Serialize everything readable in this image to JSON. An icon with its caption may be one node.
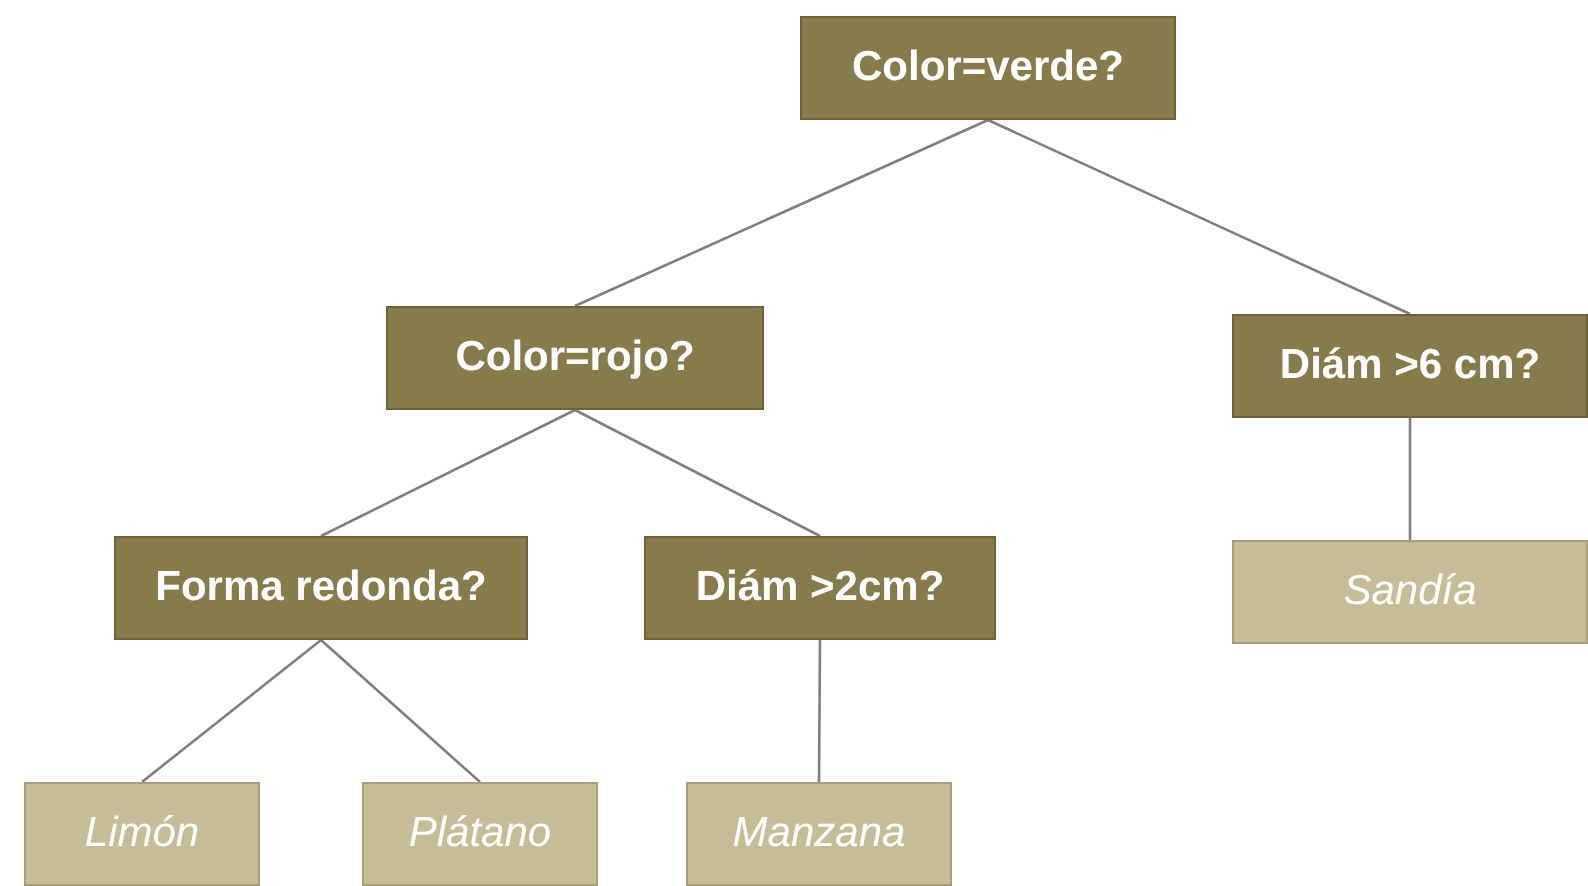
{
  "diagram": {
    "nodes": [
      {
        "text": [
          "Color=verde?"
        ]
      },
      {
        "text": [
          "Color=rojo?"
        ]
      },
      {
        "text": [
          "Diám >6 cm?"
        ]
      },
      {
        "text": [
          "Forma redonda?"
        ]
      },
      {
        "text": [
          "Diám >2cm?"
        ]
      },
      {
        "text": [
          "Sandía"
        ]
      },
      {
        "text": [
          "Limón"
        ]
      },
      {
        "text": [
          "Plátano"
        ]
      },
      {
        "text": [
          "Manzana"
        ]
      }
    ],
    "edges": [
      {
        "from": 0,
        "to": 1,
        "arrow": "none"
      },
      {
        "from": 0,
        "to": 2,
        "arrow": "none"
      },
      {
        "from": 1,
        "to": 3,
        "arrow": "none"
      },
      {
        "from": 1,
        "to": 4,
        "arrow": "none"
      },
      {
        "from": 2,
        "to": 5,
        "arrow": "none"
      },
      {
        "from": 3,
        "to": 6,
        "arrow": "none"
      },
      {
        "from": 3,
        "to": 7,
        "arrow": "none"
      },
      {
        "from": 4,
        "to": 8,
        "arrow": "none"
      }
    ]
  }
}
